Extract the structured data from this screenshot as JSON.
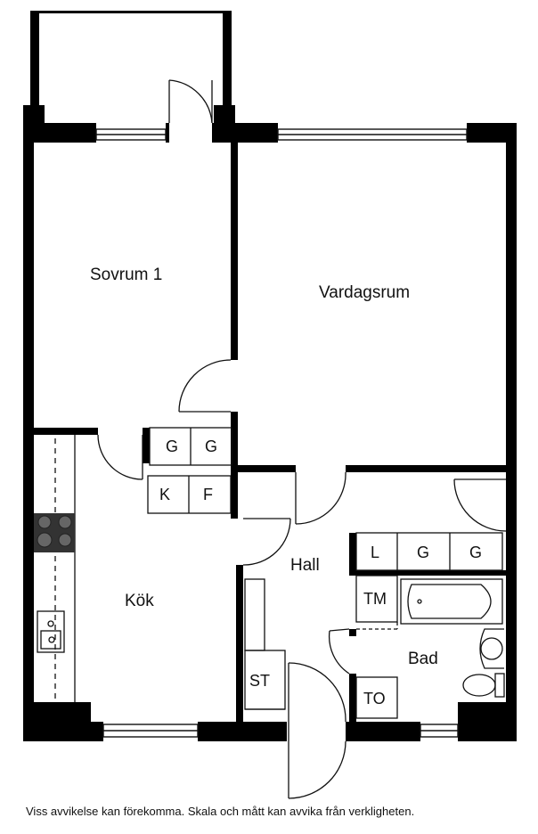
{
  "rooms": {
    "sovrum": "Sovrum 1",
    "vardagsrum": "Vardagsrum",
    "kok": "Kök",
    "hall": "Hall",
    "bad": "Bad"
  },
  "fixtures": {
    "g1": "G",
    "g2": "G",
    "k": "K",
    "f": "F",
    "l": "L",
    "g3": "G",
    "g4": "G",
    "tm": "TM",
    "st": "ST",
    "to": "TO"
  },
  "disclaimer": "Viss avvikelse kan förekomma. Skala och mått kan avvika från verkligheten.",
  "colors": {
    "wall": "#000000",
    "line": "#111111",
    "hob": "#555555"
  }
}
